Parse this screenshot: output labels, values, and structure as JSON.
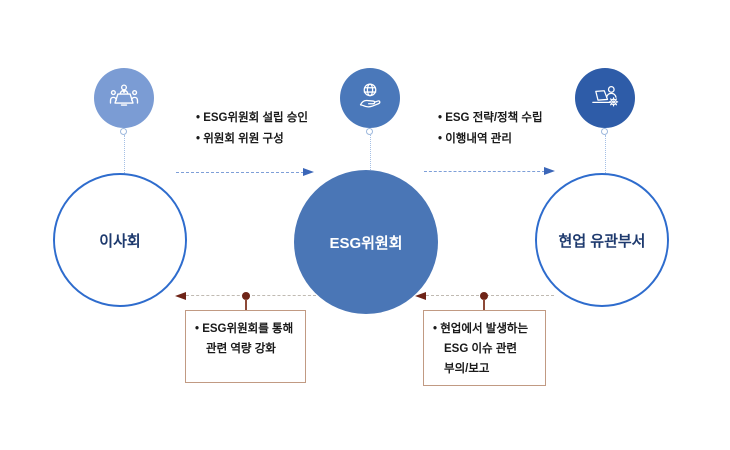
{
  "diagram": {
    "title": "ESG governance flow diagram",
    "nodes": [
      {
        "id": "board",
        "label": "이사회",
        "icon": "meeting-icon"
      },
      {
        "id": "esg-committee",
        "label": "ESG위원회",
        "icon": "globe-hand-icon"
      },
      {
        "id": "business-depts",
        "label": "현업 유관부서",
        "icon": "laptop-gear-icon"
      }
    ],
    "forward_annotations": [
      {
        "from": "board",
        "to": "esg-committee",
        "lines": [
          "• ESG위원회 설립 승인",
          "• 위원회 위원 구성"
        ]
      },
      {
        "from": "esg-committee",
        "to": "business-depts",
        "lines": [
          "• ESG 전략/정책 수립",
          "• 이행내역 관리"
        ]
      }
    ],
    "feedback_annotations": [
      {
        "from": "esg-committee",
        "to": "board",
        "lines": [
          "• ESG위원회를 통해",
          "관련 역량 강화"
        ]
      },
      {
        "from": "business-depts",
        "to": "esg-committee",
        "lines": [
          "• 현업에서 발생하는",
          "ESG 이슈 관련",
          "부의/보고"
        ]
      }
    ],
    "colors": {
      "icon_circle_1": "#7b9cd4",
      "icon_circle_2": "#4a78ba",
      "icon_circle_3": "#2e5ca8",
      "node_fill": "#4a76b6",
      "node_stroke": "#2e6ccd",
      "node_label": "#1e3a6e",
      "forward_arrow": "#3b66b8",
      "feedback_arrow": "#6e2417",
      "feedback_dash": "#c0bab2",
      "box_border": "#c19a83",
      "text": "#1a1a1a"
    }
  }
}
